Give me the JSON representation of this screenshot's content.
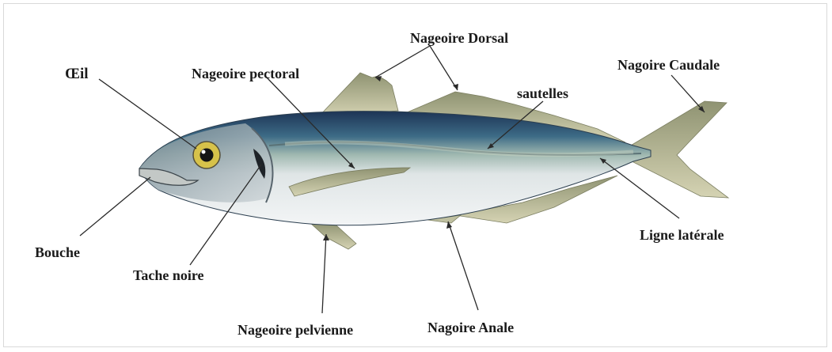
{
  "labels": {
    "oeil": "Œil",
    "nageoire_pectoral": "Nageoire pectoral",
    "nageoire_dorsal": "Nageoire Dorsal",
    "sautelles": "sautelles",
    "nagoire_caudale": "Nagoire Caudale",
    "bouche": "Bouche",
    "tache_noire": "Tache noire",
    "nageoire_pelvienne": "Nageoire pelvienne",
    "nagoire_anale": "Nagoire Anale",
    "ligne_laterale": "Ligne latérale"
  },
  "colors": {
    "back": "#1f3a5c",
    "belly": "#eef1f4",
    "fins": "#b7b894",
    "eye": "#d7c24a"
  }
}
